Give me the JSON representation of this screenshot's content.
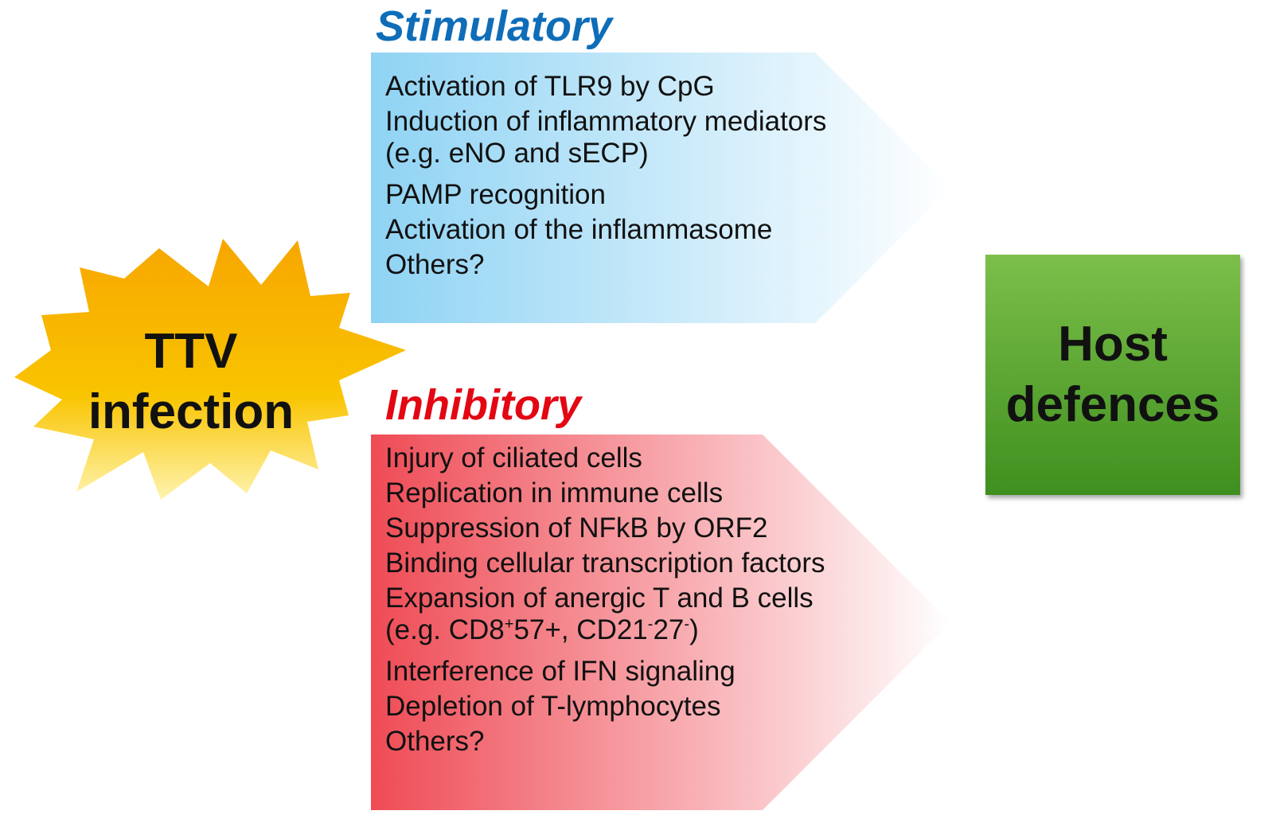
{
  "stimulatory": {
    "title": "Stimulatory",
    "items": [
      "Activation of TLR9 by CpG",
      "Induction of inflammatory mediators",
      "(e.g. eNO and sECP)",
      "PAMP recognition",
      "Activation of the inflammasome",
      "Others?"
    ],
    "colors": {
      "fill_start": "#8fd3f4",
      "fill_end": "#ffffff",
      "title": "#0f6db8"
    }
  },
  "inhibitory": {
    "title": "Inhibitory",
    "items": [
      "Injury of ciliated cells",
      "Replication in immune cells",
      "Suppression of NFkB by ORF2",
      "Binding cellular transcription factors",
      "Expansion of anergic T and B cells"
    ],
    "cd_line": {
      "open": "(e.g. CD8",
      "sup1": "+",
      "mid": "57+, CD21",
      "sup2": "-",
      "mid2": "27",
      "sup3": "-",
      "close": ")"
    },
    "items_after": [
      "Interference of IFN signaling",
      "Depletion of T-lymphocytes",
      "Others?"
    ],
    "colors": {
      "fill_start": "#ef4b55",
      "fill_end": "#ffffff",
      "title": "#e30613"
    }
  },
  "infection": {
    "line1": "TTV",
    "line2": "infection",
    "colors": {
      "fill_top": "#f7a600",
      "fill_bottom": "#fff4b0"
    }
  },
  "host": {
    "line1": "Host",
    "line2": "defences",
    "colors": {
      "fill_top": "#7cbf4a",
      "fill_bottom": "#3f8f1f"
    }
  }
}
